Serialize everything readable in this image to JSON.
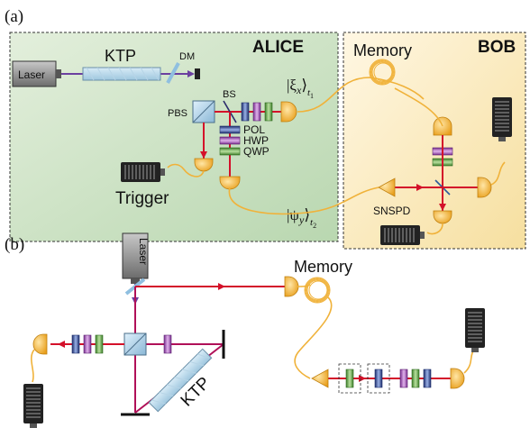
{
  "panels": {
    "a": {
      "tag": "(a)"
    },
    "b": {
      "tag": "(b)"
    }
  },
  "alice": {
    "title": "ALICE"
  },
  "bob": {
    "title": "BOB"
  },
  "labels": {
    "laser": "Laser",
    "ktp": "KTP",
    "dm": "DM",
    "bs": "BS",
    "pbs": "PBS",
    "pol": "POL",
    "hwp": "HWP",
    "qwp": "QWP",
    "trigger": "Trigger",
    "memory": "Memory",
    "snspd": "SNSPD"
  },
  "states": {
    "xi": {
      "ket": "|ξ",
      "sub_var": "x",
      "close": "⟩",
      "time": "t",
      "time_sub": "1"
    },
    "psi": {
      "ket": "|ψ",
      "sub_var": "y",
      "close": "⟩",
      "time": "t",
      "time_sub": "2"
    }
  },
  "colors": {
    "alice_bg": "#d3e6cc",
    "bob_bg": "#f8e8c4",
    "beam_red": "#d4102a",
    "pump_purple": "#6b3fa0",
    "fiber": "#f0b23a",
    "detector": "#f0b23a",
    "hwp": "#b477c4",
    "qwp": "#78b95a",
    "pol": "#5b7bc0"
  }
}
